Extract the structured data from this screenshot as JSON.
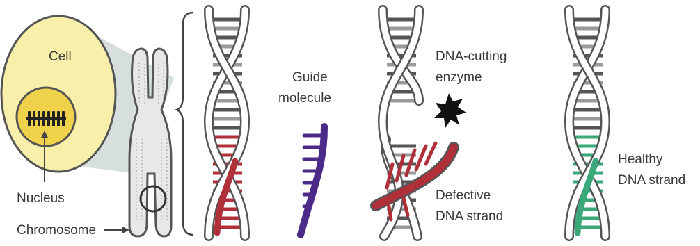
{
  "labels": {
    "cell": "Cell",
    "nucleus": "Nucleus",
    "chromosome": "Chromosome",
    "guide_line1": "Guide",
    "guide_line2": "molecule",
    "enzyme_line1": "DNA-cutting",
    "enzyme_line2": "enzyme",
    "defective_line1": "Defective",
    "defective_line2": "DNA strand",
    "healthy_line1": "Healthy",
    "healthy_line2": "DNA strand"
  },
  "colors": {
    "cell_fill": "#f7efaa",
    "cell_stroke": "#555555",
    "nucleus_fill": "#f0d24a",
    "zoom_cone": "#cfd8d8",
    "backbone_fill": "#ffffff",
    "outline": "#555555",
    "rung_gray": "#9a9a9a",
    "rung_dark": "#555555",
    "defective_red": "#b0303a",
    "guide_purple": "#4b2a8a",
    "healthy_green": "#3aa878",
    "enzyme": "#111111"
  },
  "icons": {
    "enzyme": "starburst-icon",
    "arrow": "arrow-right-icon"
  }
}
